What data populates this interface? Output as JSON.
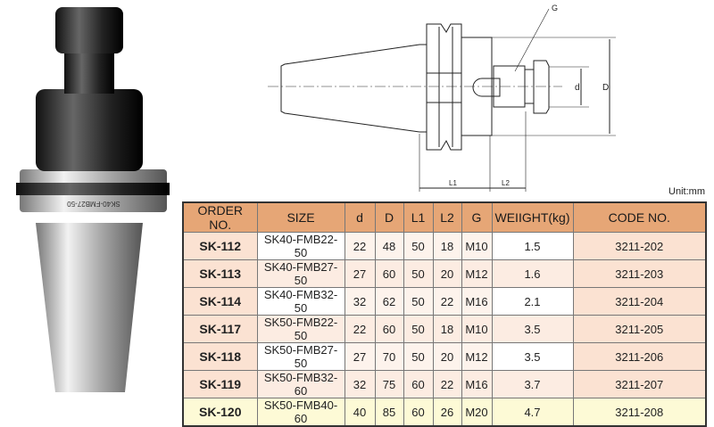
{
  "drawing": {
    "label_G": "G",
    "label_d": "d",
    "label_D": "D",
    "label_L1": "L1",
    "label_L2": "L2"
  },
  "unit": "Unit:mm",
  "photo": {
    "engraving": "SK40-FMB27-50"
  },
  "table": {
    "headers": [
      "ORDER NO.",
      "SIZE",
      "d",
      "D",
      "L1",
      "L2",
      "G",
      "WEIIGHT(kg)",
      "CODE NO."
    ],
    "rows": [
      [
        "SK-112",
        "SK40-FMB22-50",
        "22",
        "48",
        "50",
        "18",
        "M10",
        "1.5",
        "3211-202"
      ],
      [
        "SK-113",
        "SK40-FMB27-50",
        "27",
        "60",
        "50",
        "20",
        "M12",
        "1.6",
        "3211-203"
      ],
      [
        "SK-114",
        "SK40-FMB32-50",
        "32",
        "62",
        "50",
        "22",
        "M16",
        "2.1",
        "3211-204"
      ],
      [
        "SK-117",
        "SK50-FMB22-50",
        "22",
        "60",
        "50",
        "18",
        "M10",
        "3.5",
        "3211-205"
      ],
      [
        "SK-118",
        "SK50-FMB27-50",
        "27",
        "70",
        "50",
        "20",
        "M12",
        "3.5",
        "3211-206"
      ],
      [
        "SK-119",
        "SK50-FMB32-60",
        "32",
        "75",
        "60",
        "22",
        "M16",
        "3.7",
        "3211-207"
      ],
      [
        "SK-120",
        "SK50-FMB40-60",
        "40",
        "85",
        "60",
        "26",
        "M20",
        "4.7",
        "3211-208"
      ]
    ]
  }
}
